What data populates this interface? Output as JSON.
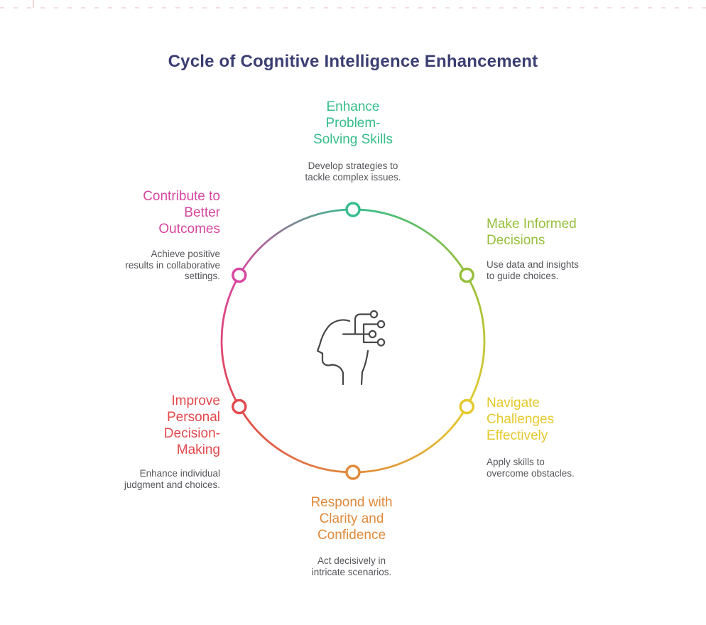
{
  "title": "Cycle of Cognitive Intelligence Enhancement",
  "palette": {
    "title": "#3b3e72",
    "green": "#35bd8b",
    "yellow_green": "#96bf3a",
    "yellow": "#e5c92c",
    "orange": "#df8a3b",
    "red": "#e2494d",
    "pink": "#d7479f",
    "description_text": "#55565b",
    "icon": "#464749"
  },
  "center_icon": {
    "name": "head-with-circuit-icon",
    "color": "#464749"
  },
  "nodes": [
    {
      "position": "top",
      "label": "Enhance\nProblem-\nSolving Skills",
      "description": "Develop strategies to\ntackle complex issues.",
      "color": "#35bd8b"
    },
    {
      "position": "upper-right",
      "label": "Make Informed\nDecisions",
      "description": "Use data and insights\nto guide choices.",
      "color": "#96bf3a"
    },
    {
      "position": "lower-right",
      "label": "Navigate\nChallenges\nEffectively",
      "description": "Apply skills to\novercome obstacles.",
      "color": "#e5c92c"
    },
    {
      "position": "bottom",
      "label": "Respond with\nClarity and\nConfidence",
      "description": "Act decisively in\nintricate scenarios.",
      "color": "#df8a3b"
    },
    {
      "position": "lower-left",
      "label": "Improve\nPersonal\nDecision-\nMaking",
      "description": "Enhance individual\njudgment and choices.",
      "color": "#e2494d"
    },
    {
      "position": "upper-left",
      "label": "Contribute to\nBetter\nOutcomes",
      "description": "Achieve positive\nresults in collaborative\nsettings.",
      "color": "#d7479f"
    }
  ]
}
